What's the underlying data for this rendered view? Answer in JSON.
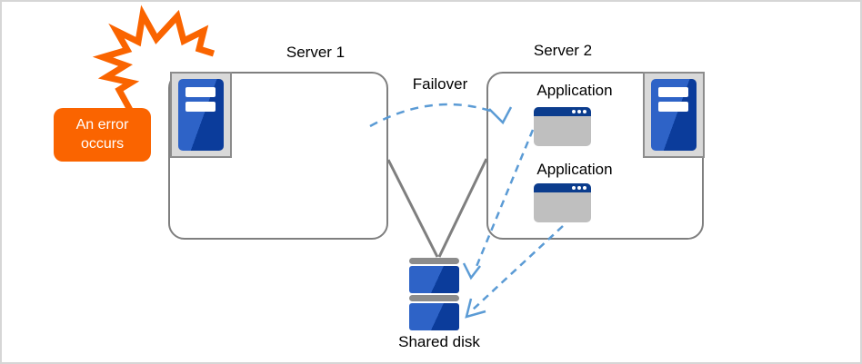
{
  "diagram": {
    "error_callout": {
      "label": "An error occurs"
    },
    "servers": [
      {
        "label": "Server 1"
      },
      {
        "label": "Server 2"
      }
    ],
    "failover_label": "Failover",
    "applications": [
      {
        "label": "Application"
      },
      {
        "label": "Application"
      }
    ],
    "shared_disk_label": "Shared disk",
    "colors": {
      "accent_orange": "#fa6400",
      "server_blue_light": "#2e63c7",
      "server_blue_dark": "#0b3c9b",
      "window_titlebar_navy": "#0b3c8d",
      "window_body_gray": "#bfbfbf",
      "connector_gray": "#7f7f7f",
      "icon_frame_gray": "#8c8c8c",
      "icon_bg_gray": "#d9d9d9",
      "dashed_arrow_blue": "#5b9bd5"
    },
    "icons": {
      "lightning-bolt-icon": "orange jagged zigzag stroke (svg polyline)",
      "server-tower-icon": "blue tower with two white slots on gray plate",
      "application-window-icon": "gray window with navy titlebar and 3 dots",
      "shared-disk-icon": "stack of two blue platters with gray separators"
    }
  }
}
